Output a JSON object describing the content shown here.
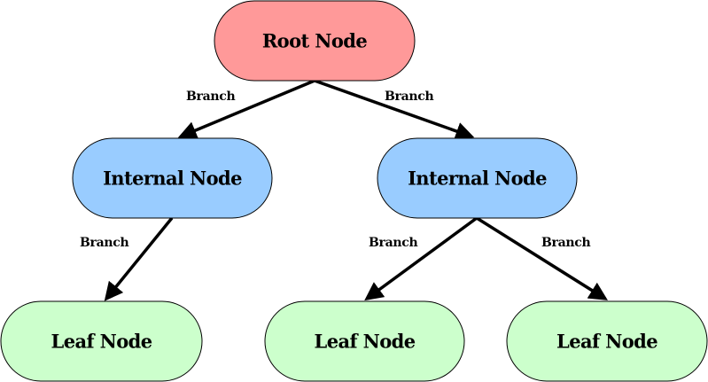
{
  "nodes": {
    "root": {
      "label": "Root Node",
      "fill": "#FF9999"
    },
    "internal_left": {
      "label": "Internal Node",
      "fill": "#99CCFF"
    },
    "internal_right": {
      "label": "Internal Node",
      "fill": "#99CCFF"
    },
    "leaf_left": {
      "label": "Leaf Node",
      "fill": "#CCFFCC"
    },
    "leaf_middle": {
      "label": "Leaf Node",
      "fill": "#CCFFCC"
    },
    "leaf_right": {
      "label": "Leaf Node",
      "fill": "#CCFFCC"
    }
  },
  "edges": {
    "root_to_internal_left": {
      "label": "Branch",
      "from": "root",
      "to": "internal_left"
    },
    "root_to_internal_right": {
      "label": "Branch",
      "from": "root",
      "to": "internal_right"
    },
    "internal_left_to_leaf_left": {
      "label": "Branch",
      "from": "internal_left",
      "to": "leaf_left"
    },
    "internal_right_to_leaf_middle": {
      "label": "Branch",
      "from": "internal_right",
      "to": "leaf_middle"
    },
    "internal_right_to_leaf_right": {
      "label": "Branch",
      "from": "internal_right",
      "to": "leaf_right"
    }
  },
  "colors": {
    "root": "#FF9999",
    "internal": "#99CCFF",
    "leaf": "#CCFFCC",
    "line": "#000000"
  }
}
